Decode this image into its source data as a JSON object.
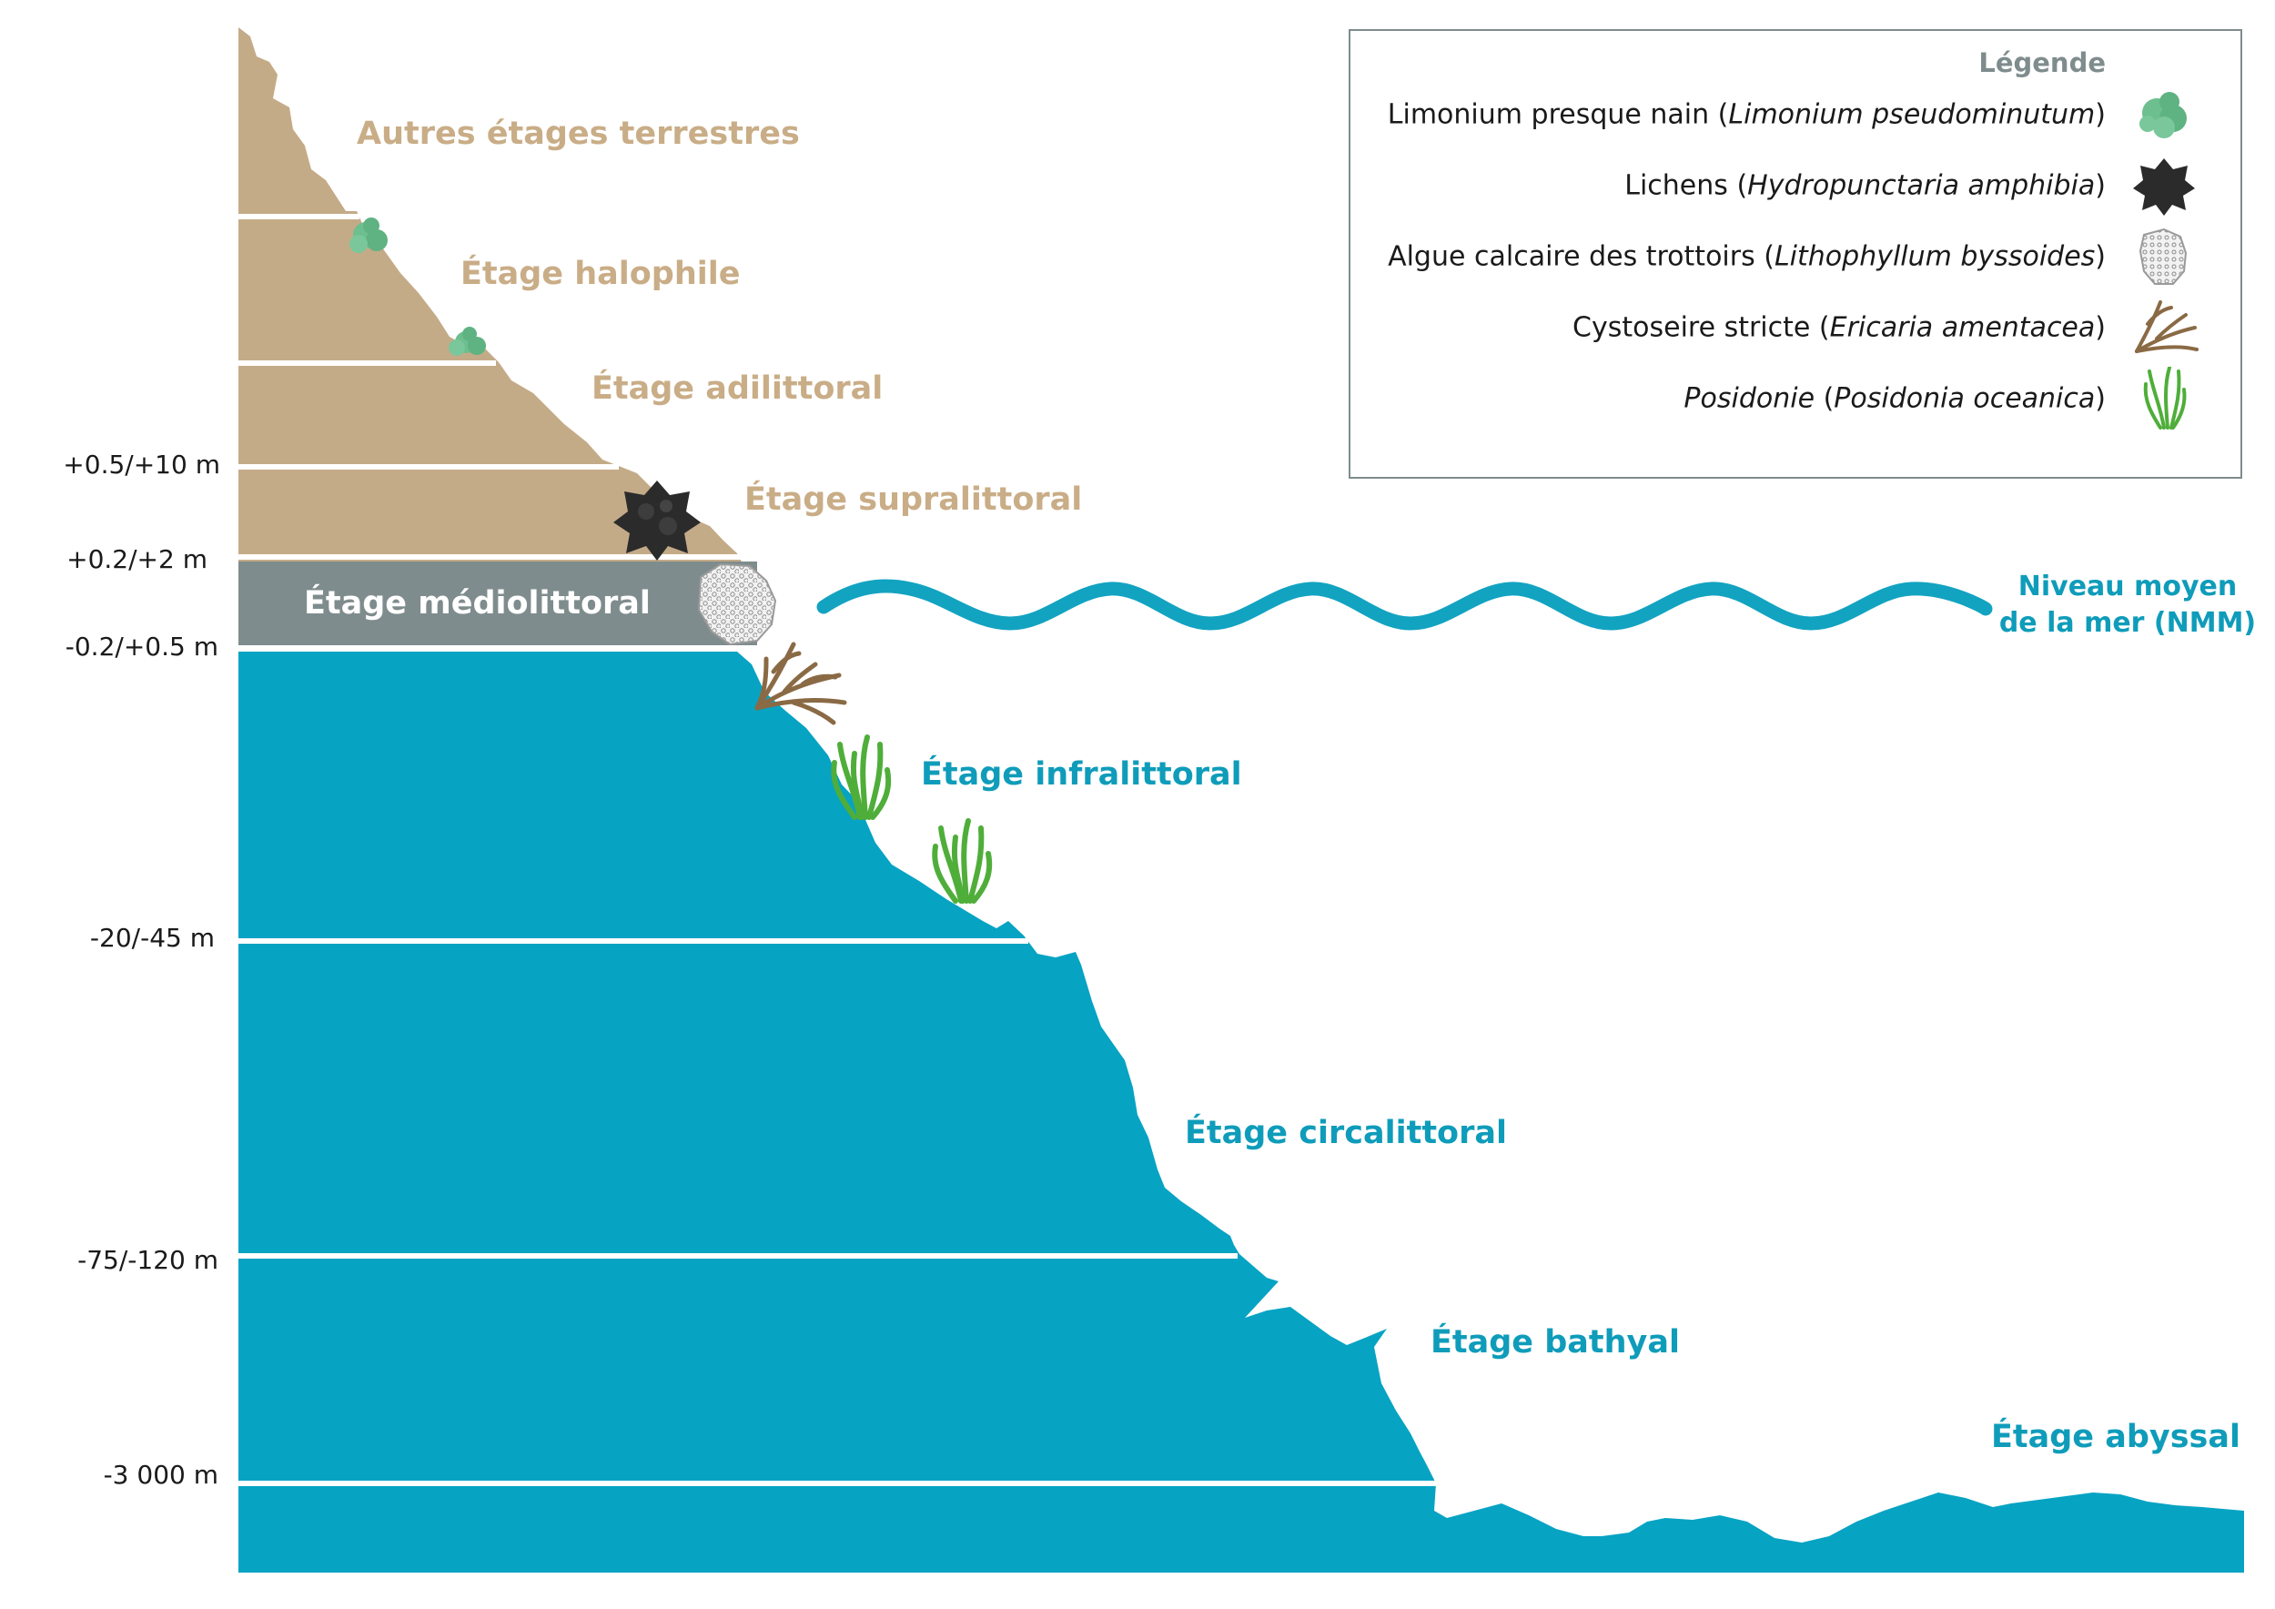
{
  "zones": {
    "terrestre": "Autres étages terrestres",
    "halophile": "Étage halophile",
    "adilittoral": "Étage adilittoral",
    "supralittoral": "Étage supralittoral",
    "mediolittoral": "Étage médiolittoral",
    "infralittoral": "Étage infralittoral",
    "circalittoral": "Étage circalittoral",
    "bathyal": "Étage bathyal",
    "abyssal": "Étage abyssal"
  },
  "depths": {
    "d1": "+0.5/+10 m",
    "d2": "+0.2/+2 m",
    "d3": "-0.2/+0.5 m",
    "d4": "-20/-45 m",
    "d5": "-75/-120 m",
    "d6": "-3 000 m"
  },
  "sea_level": {
    "line1": "Niveau moyen",
    "line2": "de la mer (NMM)"
  },
  "legend": {
    "title": "Légende",
    "items": [
      {
        "name": "Limonium presque nain",
        "latin": "Limonium pseudominutum",
        "name_italic": false,
        "icon": "limonium-icon",
        "color": "#6dbf8f"
      },
      {
        "name": "Lichens",
        "latin": "Hydropunctaria amphibia",
        "name_italic": false,
        "icon": "lichen-icon",
        "color": "#2b2b2b"
      },
      {
        "name": "Algue calcaire des trottoirs",
        "latin": "Lithophyllum byssoides",
        "name_italic": false,
        "icon": "algae-icon",
        "color": "#c8c8c8"
      },
      {
        "name": "Cystoseire stricte",
        "latin": "Ericaria amentacea",
        "name_italic": false,
        "icon": "cystoseira-icon",
        "color": "#9a7b56"
      },
      {
        "name": "Posidonie",
        "latin": "Posidonia oceanica",
        "name_italic": true,
        "icon": "posidonia-icon",
        "color": "#4fae3a"
      }
    ]
  },
  "colors": {
    "land": "#c4ab88",
    "mediolittoral": "#7f8c8d",
    "sea": "#06a3c3",
    "zone_text_land": "#c9ad87",
    "zone_text_sea": "#0f9cba"
  }
}
